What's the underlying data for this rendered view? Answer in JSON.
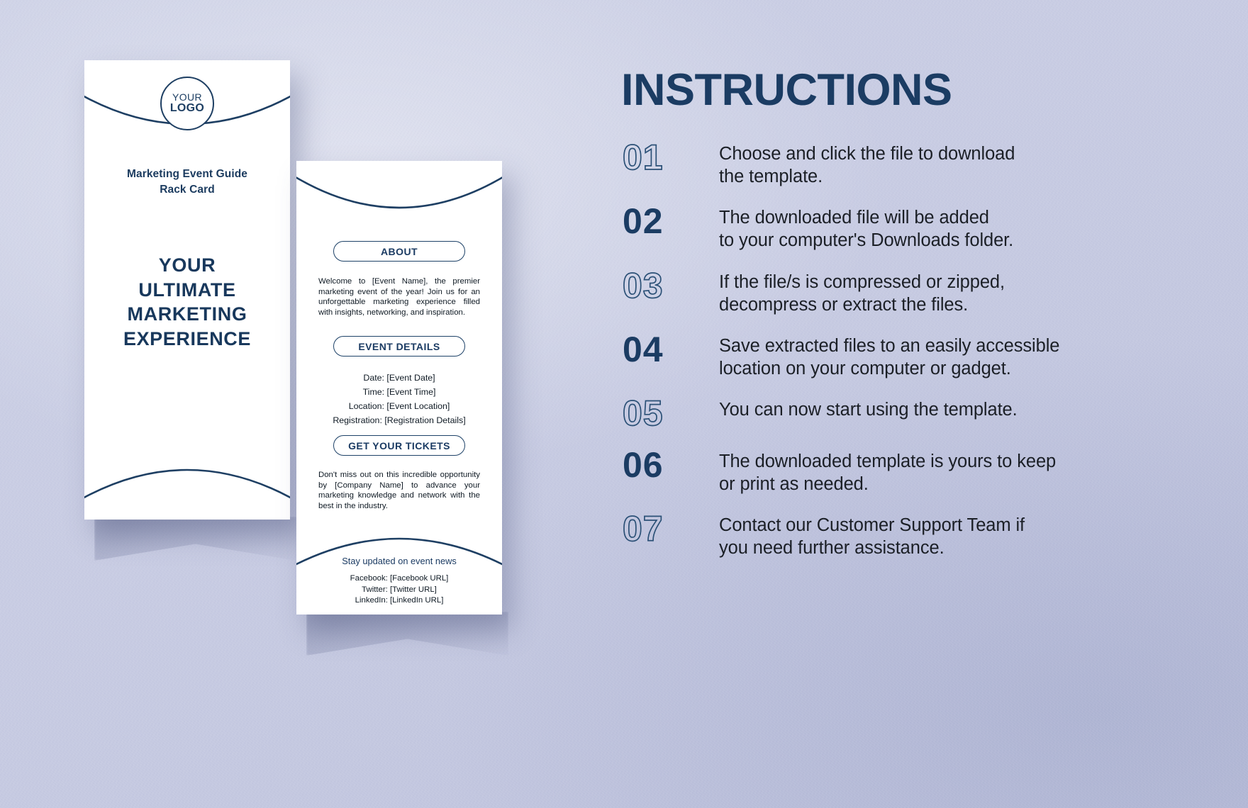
{
  "theme": {
    "brand_navy": "#1b3c63",
    "outline_navy": "#2c5177",
    "background_lavender": "#c9cde4",
    "card_white": "#ffffff",
    "body_ink": "#1b1f26"
  },
  "front_card": {
    "logo": {
      "line1": "YOUR",
      "line2": "LOGO"
    },
    "subtitle_line1": "Marketing Event Guide",
    "subtitle_line2": "Rack Card",
    "headline_lines": [
      "YOUR",
      "ULTIMATE",
      "MARKETING",
      "EXPERIENCE"
    ]
  },
  "back_card": {
    "about": {
      "heading": "ABOUT",
      "body": "Welcome to [Event Name], the premier marketing event of the year! Join us for an unforgettable marketing experience filled with insights, networking, and inspiration."
    },
    "event_details": {
      "heading": "EVENT DETAILS",
      "lines": [
        "Date: [Event Date]",
        "Time: [Event Time]",
        "Location: [Event Location]",
        "Registration: [Registration Details]"
      ]
    },
    "tickets": {
      "heading": "GET YOUR TICKETS",
      "body": "Don't miss out on this incredible opportunity by [Company Name] to advance your marketing knowledge and network with the best in the industry."
    },
    "social": {
      "heading": "Stay updated on event news",
      "links": [
        "Facebook: [Facebook URL]",
        "Twitter: [Twitter URL]",
        "LinkedIn: [LinkedIn URL]"
      ]
    }
  },
  "instructions": {
    "title": "INSTRUCTIONS",
    "steps": [
      {
        "number": "01",
        "style": "outline",
        "lines": [
          "Choose and click the file to download",
          "the template."
        ]
      },
      {
        "number": "02",
        "style": "solid",
        "lines": [
          "The downloaded file will be added",
          "to your computer's Downloads folder."
        ]
      },
      {
        "number": "03",
        "style": "outline",
        "lines": [
          "If the file/s is compressed or zipped,",
          "decompress or extract the files."
        ]
      },
      {
        "number": "04",
        "style": "solid",
        "lines": [
          "Save extracted files to an easily accessible",
          "location on your computer or gadget."
        ]
      },
      {
        "number": "05",
        "style": "outline",
        "lines": [
          "You can now start using the template."
        ]
      },
      {
        "number": "06",
        "style": "solid",
        "lines": [
          "The downloaded template is yours to keep",
          "or print as needed."
        ]
      },
      {
        "number": "07",
        "style": "outline",
        "lines": [
          "Contact our Customer Support Team if",
          "you need further assistance."
        ]
      }
    ]
  }
}
